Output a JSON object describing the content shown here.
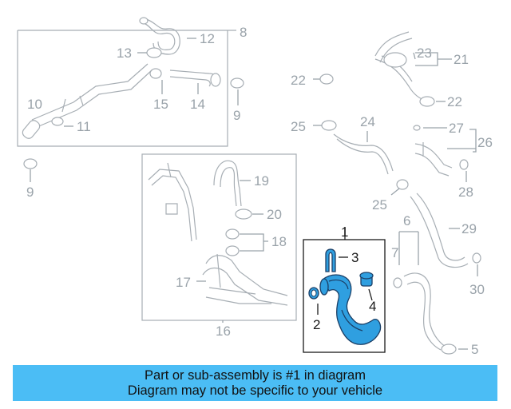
{
  "banner": {
    "line1": "Part or sub-assembly is #1 in diagram",
    "line2": "Diagram may not be specific to your vehicle"
  },
  "colors": {
    "banner_bg": "#4bbdf5",
    "highlight_part": "#2f9fe0",
    "line_art": "#a7aeb4",
    "highlight_box": "#1a1a1a"
  },
  "highlighted_assembly": "1",
  "callouts": {
    "c1": "1",
    "c2": "2",
    "c3": "3",
    "c4": "4",
    "c5": "5",
    "c6": "6",
    "c7": "7",
    "c8": "8",
    "c9a": "9",
    "c9b": "9",
    "c10": "10",
    "c11": "11",
    "c12": "12",
    "c13": "13",
    "c14": "14",
    "c15": "15",
    "c16": "16",
    "c17": "17",
    "c18": "18",
    "c19": "19",
    "c20": "20",
    "c21": "21",
    "c22a": "22",
    "c22b": "22",
    "c23": "23",
    "c24": "24",
    "c25a": "25",
    "c25b": "25",
    "c26": "26",
    "c27": "27",
    "c28": "28",
    "c29": "29",
    "c30": "30"
  }
}
